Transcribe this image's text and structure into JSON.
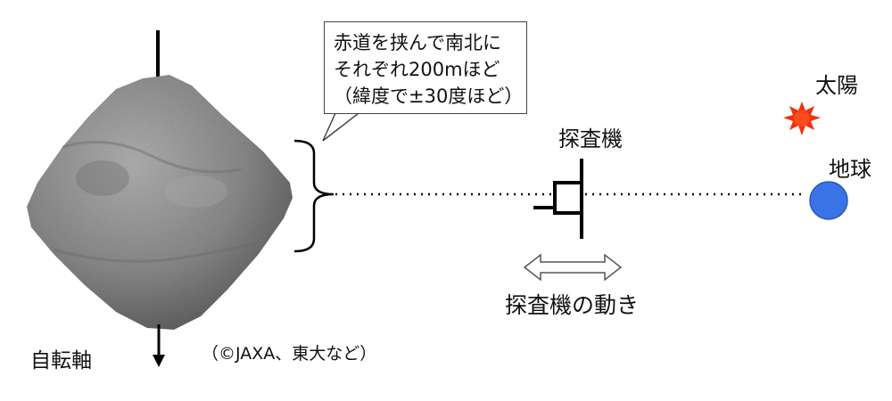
{
  "labels": {
    "rotation_axis": "自転軸",
    "copyright": "（©JAXA、東大など）",
    "spacecraft": "探査機",
    "spacecraft_motion": "探査機の動き",
    "sun": "太陽",
    "earth": "地球"
  },
  "callout": {
    "line1": "赤道を挟んで南北に",
    "line2": "それぞれ200mほど",
    "line3": "（緯度で±30度ほど）"
  },
  "colors": {
    "asteroid": "#8a8a8a",
    "sun": "#ee3311",
    "earth": "#3a73e6",
    "line": "#000000"
  }
}
